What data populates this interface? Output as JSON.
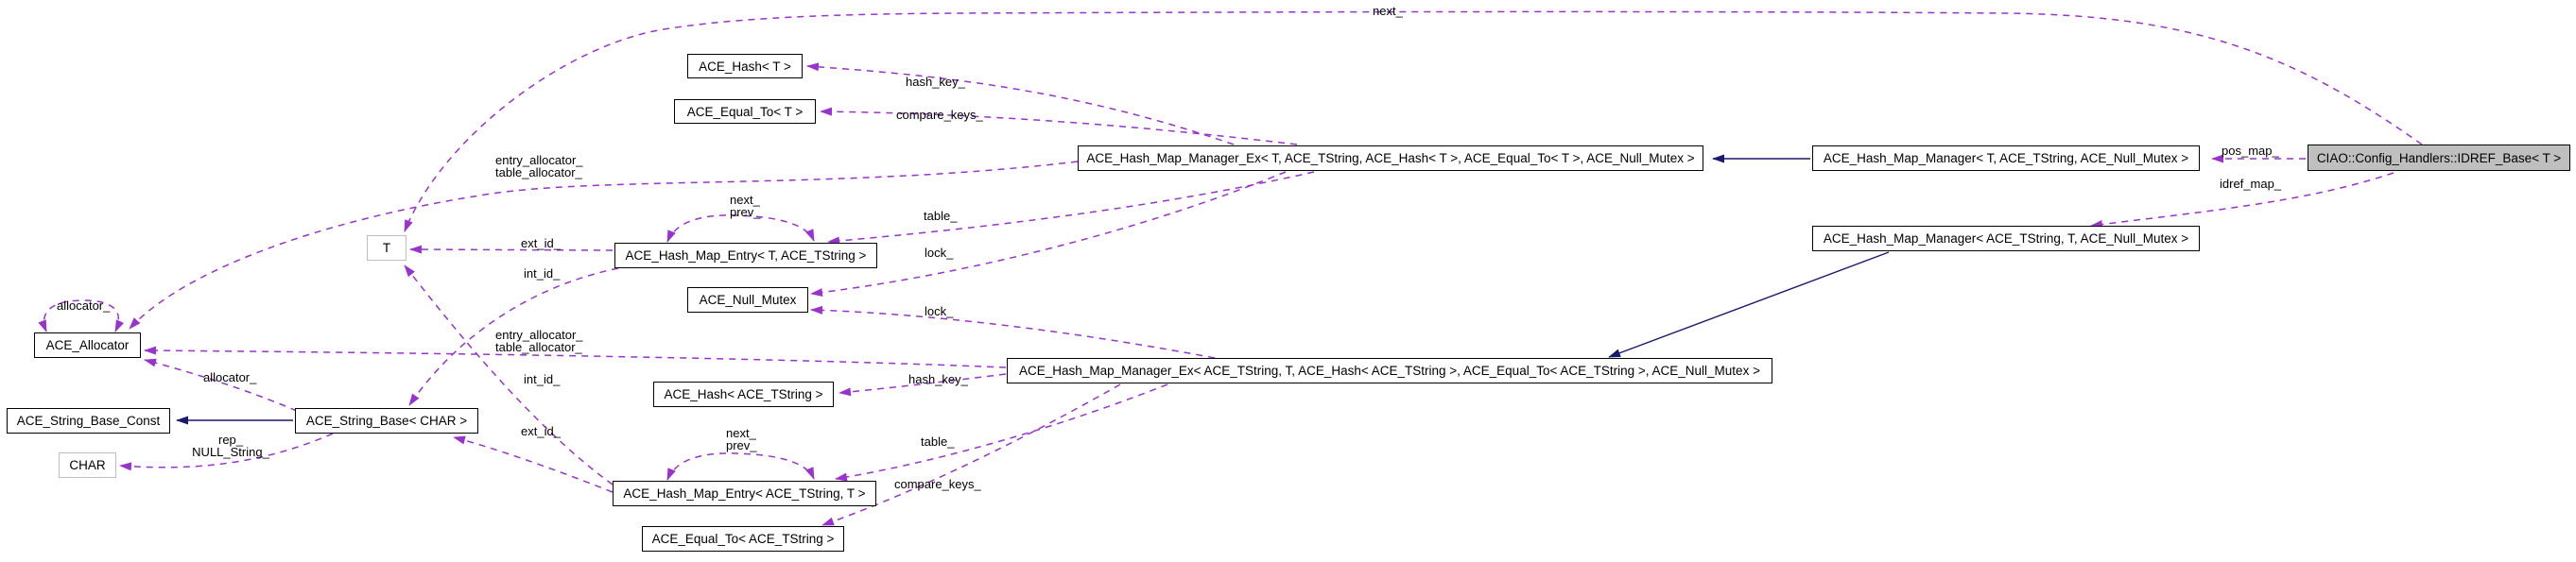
{
  "diagram": {
    "type": "doxygen-collaboration-graph",
    "colors": {
      "member_edge": "#9a32cd",
      "inheritance_edge": "#191970",
      "node_fill": "#ffffff",
      "node_border": "#000000",
      "current_node_fill": "#bfbfbf",
      "template_node_border": "#bebebe"
    }
  },
  "nodes": {
    "hash_t": {
      "label": "ACE_Hash< T >"
    },
    "equal_t": {
      "label": "ACE_Equal_To< T >"
    },
    "ex1": {
      "label": "ACE_Hash_Map_Manager_Ex< T, ACE_TString, ACE_Hash< T >, ACE_Equal_To< T >, ACE_Null_Mutex >"
    },
    "mgr1": {
      "label": "ACE_Hash_Map_Manager< T, ACE_TString, ACE_Null_Mutex >"
    },
    "ciao": {
      "label": "CIAO::Config_Handlers::IDREF_Base< T >"
    },
    "t": {
      "label": "T"
    },
    "entry1": {
      "label": "ACE_Hash_Map_Entry< T, ACE_TString >"
    },
    "mgr2": {
      "label": "ACE_Hash_Map_Manager< ACE_TString, T, ACE_Null_Mutex >"
    },
    "mutex": {
      "label": "ACE_Null_Mutex"
    },
    "alloc": {
      "label": "ACE_Allocator"
    },
    "ex2": {
      "label": "ACE_Hash_Map_Manager_Ex< ACE_TString, T, ACE_Hash< ACE_TString >, ACE_Equal_To< ACE_TString >, ACE_Null_Mutex >"
    },
    "hash_ts": {
      "label": "ACE_Hash< ACE_TString >"
    },
    "sbc": {
      "label": "ACE_String_Base_Const"
    },
    "sb": {
      "label": "ACE_String_Base< CHAR >"
    },
    "char": {
      "label": "CHAR"
    },
    "entry2": {
      "label": "ACE_Hash_Map_Entry< ACE_TString, T >"
    },
    "equal_ts": {
      "label": "ACE_Equal_To< ACE_TString >"
    }
  },
  "edge_labels": {
    "next_top": "next_",
    "hash_key_1": "hash_key_",
    "compare_keys_1": "compare_keys_",
    "entry_alloc_1a": "entry_allocator_",
    "entry_alloc_1b": "table_allocator_",
    "pos_map": "pos_map_",
    "idref_map": "idref_map_",
    "next_1": "next_",
    "prev_1": "prev_",
    "table_1": "table_",
    "ext_id_1": "ext_id_",
    "lock_1": "lock_",
    "int_id_1": "int_id_",
    "lock_2": "lock_",
    "entry_alloc_2a": "entry_allocator_",
    "entry_alloc_2b": "table_allocator_",
    "alloc_loop": "allocator_",
    "alloc_sb": "allocator_",
    "int_id_2": "int_id_",
    "hash_key_2": "hash_key_",
    "ext_id_2": "ext_id_",
    "next_2": "next_",
    "prev_2": "prev_",
    "table_2": "table_",
    "rep": "rep_",
    "null_string": "NULL_String_",
    "compare_keys_2": "compare_keys_"
  }
}
